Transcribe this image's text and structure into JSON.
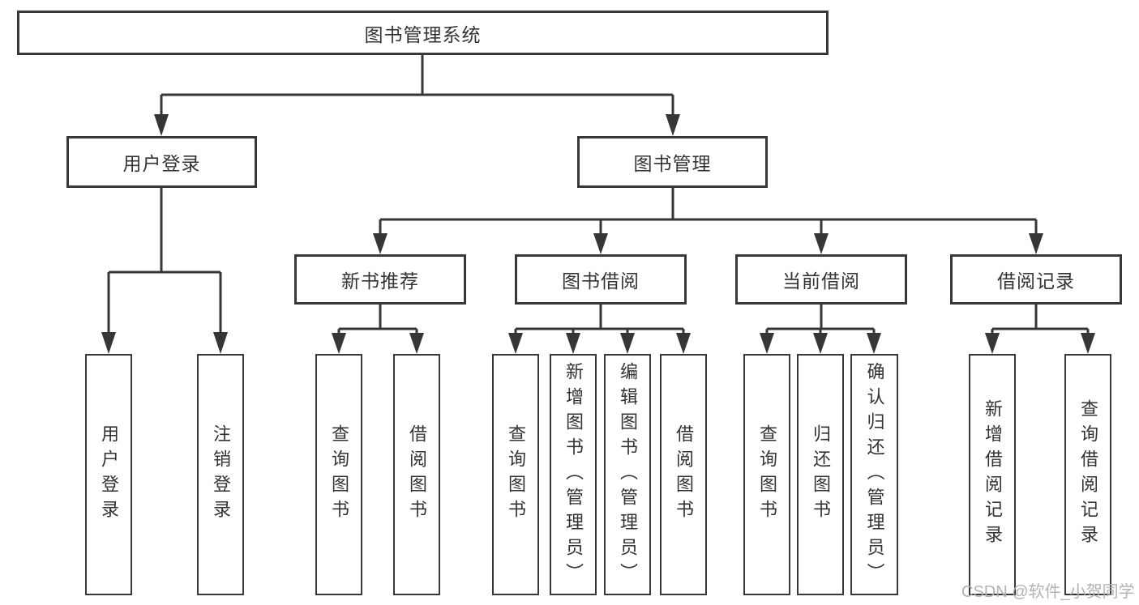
{
  "colors": {
    "line": "#363636",
    "text": "#333333",
    "watermark": "#afafaf",
    "background": "#ffffff"
  },
  "tree": {
    "root": {
      "label": "图书管理系统"
    },
    "level1": [
      {
        "id": "user-login",
        "label": "用户登录"
      },
      {
        "id": "book-management",
        "label": "图书管理"
      }
    ],
    "level2": [
      {
        "id": "new-book-recommend",
        "label": "新书推荐",
        "parent": "图书管理"
      },
      {
        "id": "book-borrow",
        "label": "图书借阅",
        "parent": "图书管理"
      },
      {
        "id": "current-borrow",
        "label": "当前借阅",
        "parent": "图书管理"
      },
      {
        "id": "borrow-records",
        "label": "借阅记录",
        "parent": "图书管理"
      }
    ],
    "leaves": [
      {
        "label": "用户登录",
        "parent": "用户登录"
      },
      {
        "label": "注销登录",
        "parent": "用户登录"
      },
      {
        "label": "查询图书",
        "parent": "新书推荐"
      },
      {
        "label": "借阅图书",
        "parent": "新书推荐"
      },
      {
        "label": "查询图书",
        "parent": "图书借阅"
      },
      {
        "label": "新增图书（管理员）",
        "parent": "图书借阅"
      },
      {
        "label": "编辑图书（管理员）",
        "parent": "图书借阅"
      },
      {
        "label": "借阅图书",
        "parent": "图书借阅"
      },
      {
        "label": "查询图书",
        "parent": "当前借阅"
      },
      {
        "label": "归还图书",
        "parent": "当前借阅"
      },
      {
        "label": "确认归还（管理员）",
        "parent": "当前借阅"
      },
      {
        "label": "新增借阅记录",
        "parent": "借阅记录"
      },
      {
        "label": "查询借阅记录",
        "parent": "借阅记录"
      }
    ]
  },
  "watermark": {
    "text": "CSDN @软件_小贺同学"
  }
}
